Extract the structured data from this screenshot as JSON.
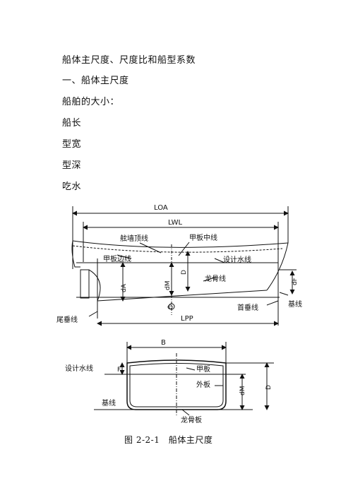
{
  "doc": {
    "title": "船体主尺度、尺度比和船型系数",
    "section": "一、船体主尺度",
    "intro": "船舶的大小：",
    "items": [
      "船长",
      "型宽",
      "型深",
      "吃水"
    ]
  },
  "figure_side": {
    "loa": "LOA",
    "lwl": "LWL",
    "lpp": "LPP",
    "bulwark_line": "舷墙顶线",
    "deck_center": "甲板中线",
    "deck_edge": "甲板边线",
    "design_wl": "设计水线",
    "keel_line": "龙骨线",
    "draft_aft": "dA",
    "draft_mid": "dM",
    "depth": "D",
    "draft_fwd": "dF",
    "midship_mark": "ⵙ",
    "aft_perp": "尾垂线",
    "fwd_perp": "首垂线",
    "baseline": "基线"
  },
  "figure_section": {
    "beam": "B",
    "freeboard": "F",
    "design_wl": "设计水线",
    "deck": "甲板",
    "shell": "外板",
    "draft": "dM",
    "depth": "D",
    "baseline": "基线",
    "keel_plate": "龙骨板"
  },
  "caption": "图 2-2-1　船体主尺度"
}
